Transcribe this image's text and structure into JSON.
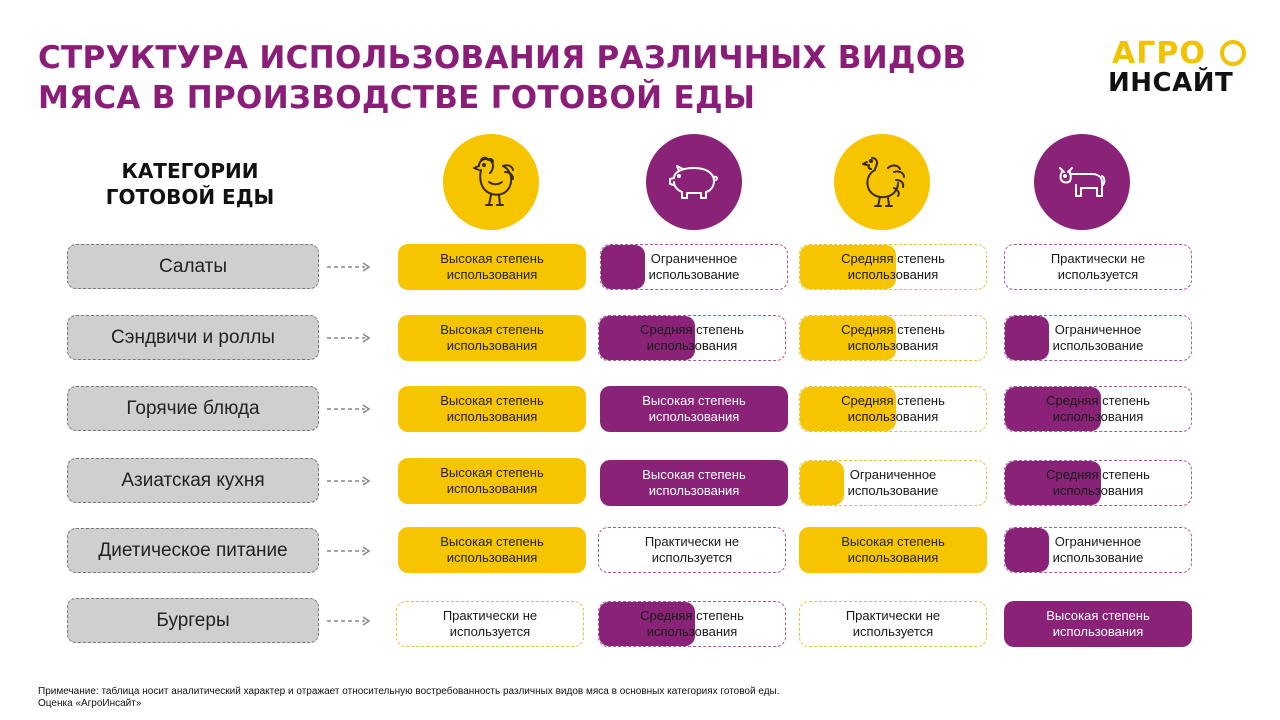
{
  "title": "СТРУКТУРА ИСПОЛЬЗОВАНИЯ РАЗЛИЧНЫХ ВИДОВ МЯСА В ПРОИЗВОДСТВЕ ГОТОВОЙ ЕДЫ",
  "logo": {
    "top": "АГРО",
    "bottom": "ИНСАЙТ"
  },
  "category_header": "КАТЕГОРИИ ГОТОВОЙ ЕДЫ",
  "columns": [
    {
      "icon": "chicken-icon",
      "color": "#f7c500"
    },
    {
      "icon": "pig-icon",
      "color": "#8a2278"
    },
    {
      "icon": "turkey-icon",
      "color": "#f7c500"
    },
    {
      "icon": "cow-icon",
      "color": "#8a2278"
    }
  ],
  "rows": [
    {
      "label": "Салаты",
      "cells": [
        "Высокая степень использования",
        "Ограниченное использование",
        "Средняя степень использования",
        "Практически не используется"
      ]
    },
    {
      "label": "Сэндвичи и роллы",
      "cells": [
        "Высокая степень использования",
        "Средняя степень использования",
        "Средняя степень использования",
        "Ограниченное использование"
      ]
    },
    {
      "label": "Горячие блюда",
      "cells": [
        "Высокая степень использования",
        "Высокая степень использования",
        "Средняя степень использования",
        "Средняя степень использования"
      ]
    },
    {
      "label": "Азиатская кухня",
      "cells": [
        "Высокая степень использования",
        "Высокая степень использования",
        "Ограниченное использование",
        "Средняя степень использования"
      ]
    },
    {
      "label": "Диетическое питание",
      "cells": [
        "Высокая степень использования",
        "Практически не используется",
        "Высокая степень использования",
        "Ограниченное использование"
      ]
    },
    {
      "label": "Бургеры",
      "cells": [
        "Практически не используется",
        "Средняя степень использования",
        "Практически не используется",
        "Высокая степень использования"
      ]
    }
  ],
  "note_line1": "Примечание: таблица носит аналитический характер и отражает относительную востребованность различных видов мяса в основных категориях готовой еды.",
  "note_line2": "Оценка «АгроИнсайт»"
}
